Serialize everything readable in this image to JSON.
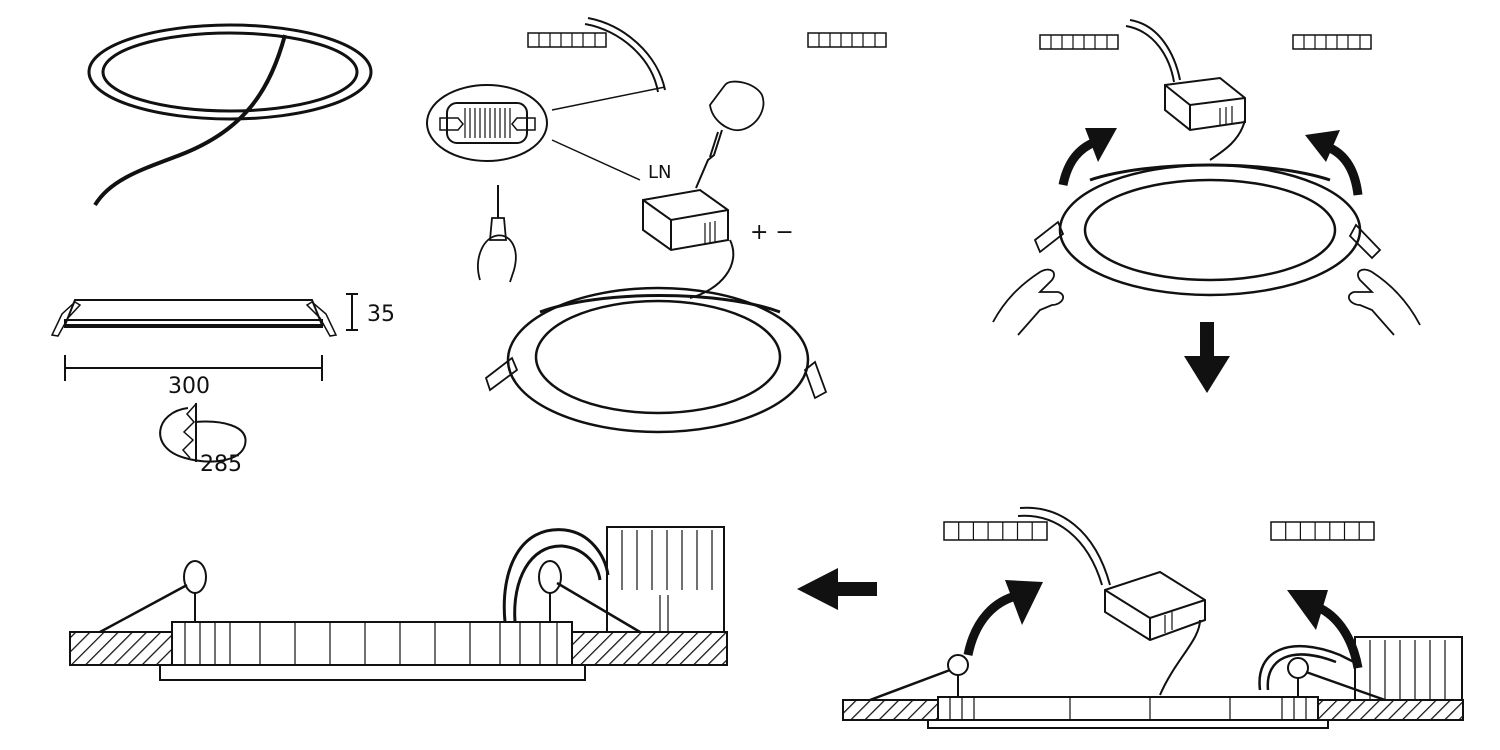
{
  "panel_dimensions": {
    "height_label": "35",
    "width_label": "300",
    "cutout_label": "285"
  },
  "panel_wiring": {
    "terminal_label": "LN",
    "polarity_label": "+ −"
  },
  "placeholder_boxes": [
    {
      "cells": 7
    },
    {
      "cells": 7
    },
    {
      "cells": 7
    },
    {
      "cells": 7
    },
    {
      "cells": 7
    },
    {
      "cells": 7
    }
  ],
  "arrow_directions": [
    "up-right",
    "up-left",
    "down",
    "left",
    "up-right",
    "up-left"
  ]
}
